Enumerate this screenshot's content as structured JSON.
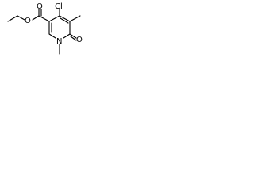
{
  "molecule": {
    "atoms": {
      "cl": "Cl",
      "o_ketone": "O",
      "n_ring": "N",
      "o_carbonyl": "O",
      "o_ester": "O"
    }
  }
}
